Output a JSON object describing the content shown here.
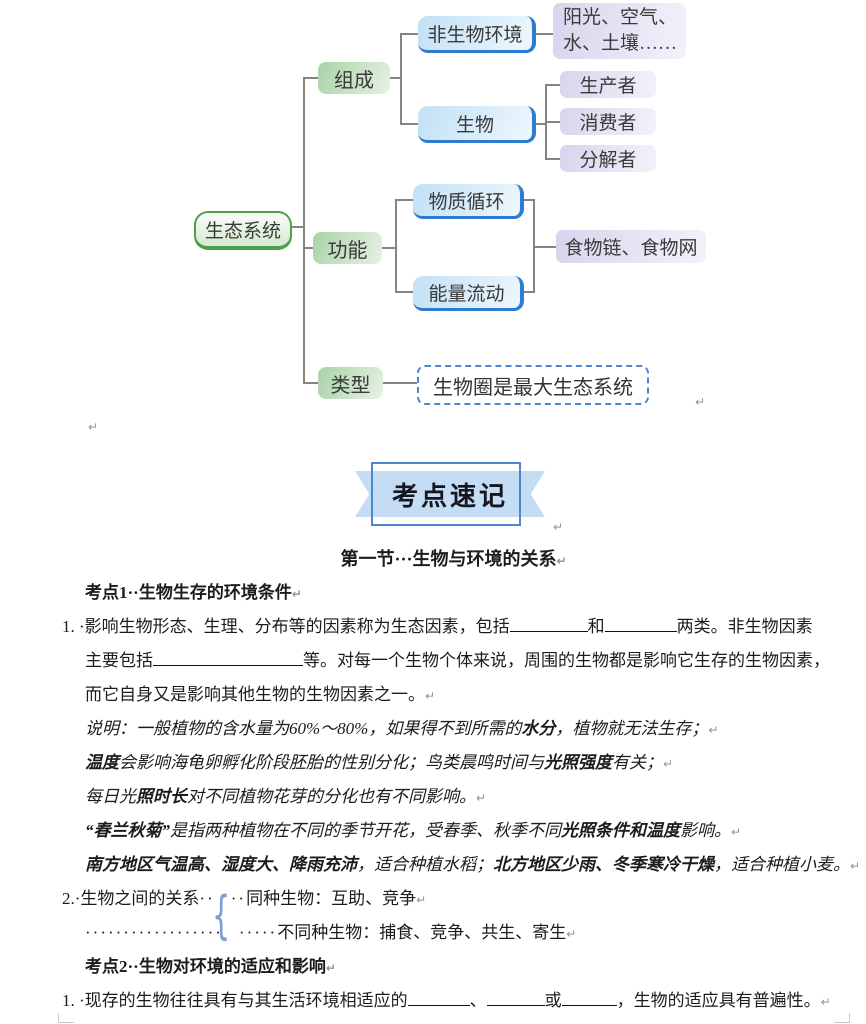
{
  "mindmap": {
    "root": "生态系统",
    "branches": [
      "组成",
      "功能",
      "类型"
    ],
    "abiotic": "非生物环境",
    "abiotic_factors": [
      "阳光、空气、",
      "水、土壤……"
    ],
    "biotic": "生物",
    "biotic_roles": [
      "生产者",
      "消费者",
      "分解者"
    ],
    "functions": [
      "物质循环",
      "能量流动"
    ],
    "food_web": "食物链、食物网",
    "type_note": "生物圈是最大生态系统"
  },
  "banner": "考点速记",
  "section_title": "第一节···生物与环境的关系",
  "pmark": "↵",
  "brace": "{",
  "content": {
    "kaodian1": "考点1··生物生存的环境条件",
    "item1": {
      "l1a": "1. ·影响生物形态、生理、分布等的因素称为生态因素，包括",
      "l1b": "和",
      "l1c": "两类。非生物因素",
      "l2a": "主要包括",
      "l2b": "等。对每一个生物个体来说，周围的生物都是影响它生存的生物因素，",
      "l3": "而它自身又是影响其他生物的生物因素之一。"
    },
    "notes": {
      "n1a": "说明：一般植物的含水量为60%～80%，如果得不到所需的",
      "n1b": "水分",
      "n1c": "，植物就无法生存；",
      "n2a": "温度",
      "n2b": "会影响海龟卵孵化阶段胚胎的性别分化；鸟类晨鸣时间与",
      "n2c": "光照强度",
      "n2d": "有关；",
      "n3a": "每日光",
      "n3b": "照时长",
      "n3c": "对不同植物花芽的分化也有不同影响。",
      "n4a": "“春兰秋菊”",
      "n4b": "是指两种植物在不同的季节开花，受春季、秋季不同",
      "n4c": "光照条件和温度",
      "n4d": "影响。",
      "n5a": "南方地区气温高、湿度大、降雨充沛",
      "n5b": "，适合种植水稻；",
      "n5c": "北方地区少雨、冬季寒冷干燥",
      "n5d": "，适合种植小麦。"
    },
    "item2": {
      "prefix": "2.·生物之间的关系",
      "dots1": "··",
      "dots2": "··",
      "same": "同种生物：互助、竞争",
      "dots3": "··················",
      "dots4": "·····",
      "diff": "不同种生物：捕食、竞争、共生、寄生"
    },
    "kaodian2": "考点2··生物对环境的适应和影响",
    "item3": {
      "a": "1. ·现存的生物往往具有与其生活环境相适应的",
      "b": "、",
      "c": "或",
      "d": "，生物的适应具有普遍性。"
    }
  },
  "colors": {
    "green_border": "#4d9e4e",
    "green_fill": "#a9d2a6",
    "blue_accent": "#2e7cd0",
    "blue_fill": "#c2e0f6",
    "lavender_fill": "#d8d4ed",
    "dashed_border": "#4c86d6",
    "banner_fill": "#c4ddf4",
    "banner_frame": "#4f86d3"
  }
}
